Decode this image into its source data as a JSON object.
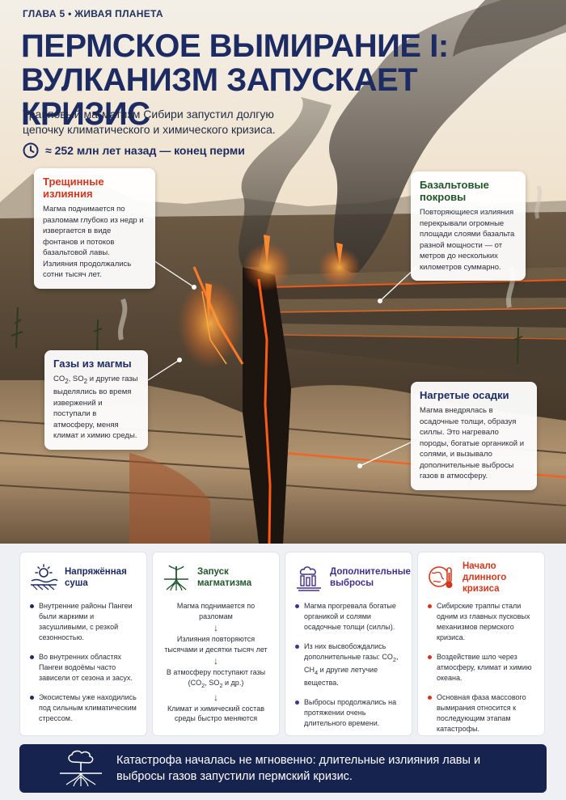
{
  "header": {
    "chapter": "ГЛАВА 5 • ЖИВАЯ ПЛАНЕТА",
    "title": "ПЕРМСКОЕ ВЫМИРАНИЕ I: ВУЛКАНИЗМ ЗАПУСКАЕТ КРИЗИС",
    "subtitle": "Трапповый магматизм Сибири запустил долгую цепочку климатического и химического кризиса.",
    "era": "≈ 252 млн лет назад — конец перми"
  },
  "callouts": {
    "fissure": {
      "title": "Трещинные излияния",
      "text": "Магма поднимается по разломам глубоко из недр и извергается в виде фонтанов и потоков базальтовой лавы. Излияния продолжались сотни тысяч лет."
    },
    "basalt": {
      "title": "Базальтовые покровы",
      "text": "Повторяющиеся излияния перекрывали огромные площади слоями базальта разной мощности — от метров до нескольких километров суммарно."
    },
    "gases": {
      "title": "Газы из магмы",
      "text_before": "CO",
      "sub1": "2",
      "text_mid": ", SO",
      "sub2": "2",
      "text_after": " и другие газы выделялись во время извержений и поступали в атмосферу, меняя климат и химию среды."
    },
    "sediments": {
      "title": "Нагретые осадки",
      "text": "Магма внедрялась в осадочные толщи, образуя силлы. Это нагревало породы, богатые органикой и солями, и вызывало дополнительные выбросы газов в атмосферу."
    }
  },
  "panels": {
    "land": {
      "title": "Напряжённая суша",
      "items": [
        "Внутренние районы Пангеи были жаркими и засушливыми, с резкой сезонностью.",
        "Во внутренних областях Пангеи водоёмы часто зависели от сезона и засух.",
        "Экосистемы уже находились под сильным климатическим стрессом."
      ]
    },
    "magmatism": {
      "title": "Запуск магматизма",
      "steps": [
        "Магма поднимается по разломам",
        "Излияния повторяются тысячами и десятки тысяч лет"
      ],
      "step3_before": "В атмосферу поступают газы (CO",
      "step3_sub1": "2",
      "step3_mid": ", SO",
      "step3_sub2": "2",
      "step3_after": " и др.)",
      "step4": "Климат и химический состав среды быстро меняются",
      "arrow": "↓"
    },
    "emissions": {
      "title": "Дополнительные выбросы",
      "item1": "Магма прогревала богатые органикой и солями осадочные толщи (силлы).",
      "item2_before": "Из них высвобождались дополнительные газы: CO",
      "item2_sub1": "2",
      "item2_mid": ", CH",
      "item2_sub2": "4",
      "item2_after": " и другие летучие вещества.",
      "item3": "Выбросы продолжались на протяжении очень длительного времени."
    },
    "crisis": {
      "title": "Начало длинного кризиса",
      "items": [
        "Сибирские траппы стали одним из главных пусковых механизмов пермского кризиса.",
        "Воздействие шло через атмосферу, климат и химию океана.",
        "Основная фаза массового вымирания относится к последующим этапам катастрофы."
      ]
    }
  },
  "banner": {
    "text": "Катастрофа началась не мгновенно: длительные излияния лавы и выбросы газов запустили пермский кризис."
  },
  "colors": {
    "navy": "#1d2b63",
    "red": "#d2361c",
    "green": "#21562d",
    "purple": "#43308a",
    "lava": "#ff5a14"
  },
  "icons": [
    "clock-icon",
    "sun-land-icon",
    "roots-icon",
    "factory-smoke-icon",
    "thermometer-globe-icon",
    "volcano-cloud-icon"
  ]
}
